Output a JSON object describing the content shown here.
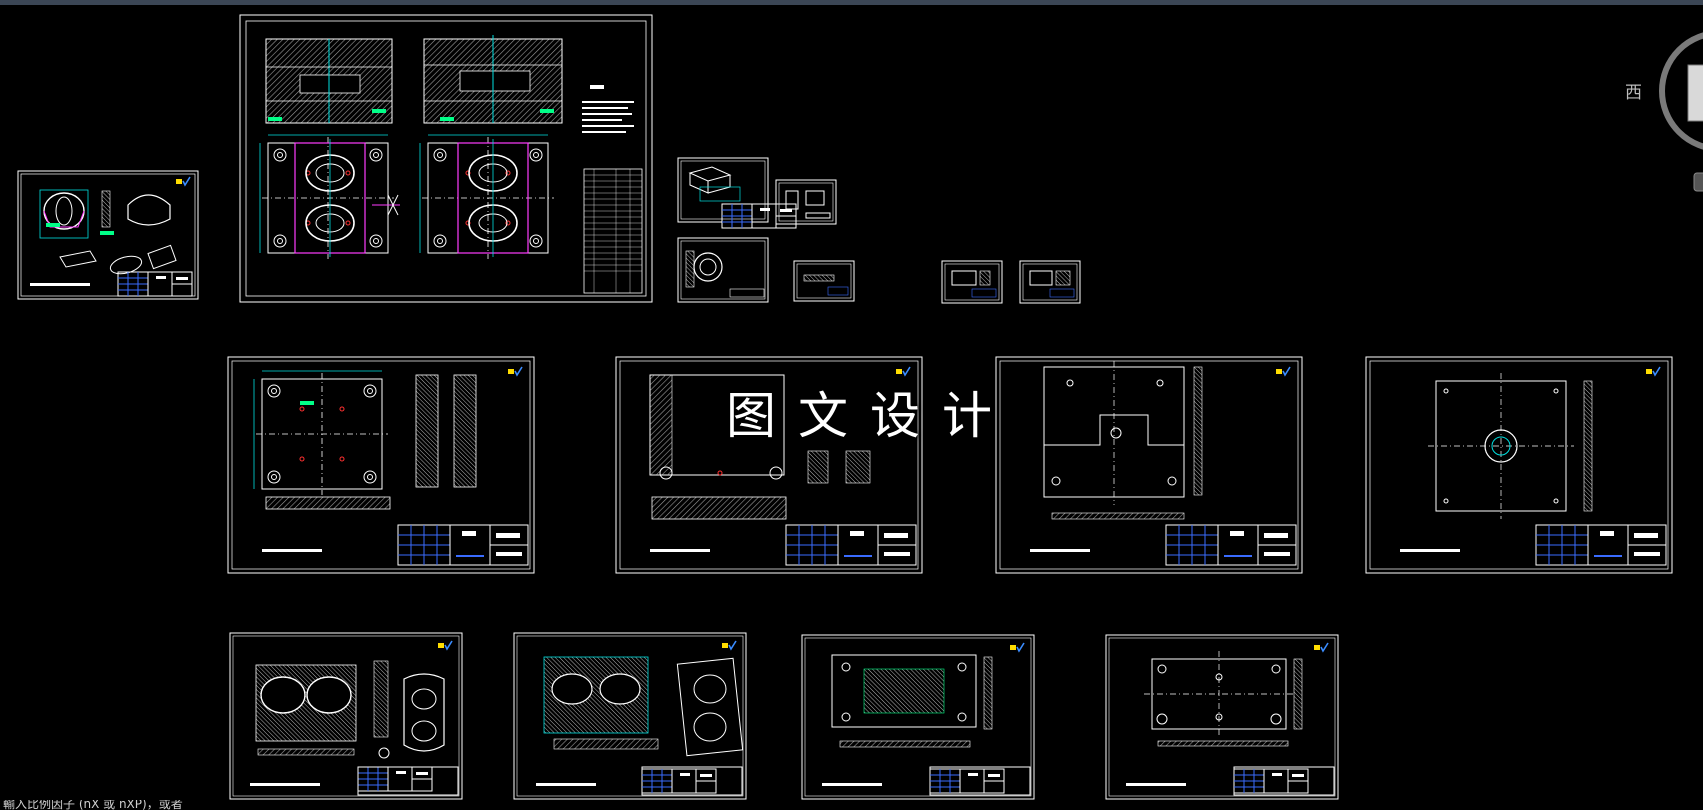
{
  "command_line": {
    "prompt": "輸入比例因子 (nX 或 nXP)，或者"
  },
  "watermark": {
    "text": "图文设计"
  },
  "viewcube": {
    "label": "西"
  },
  "colors": {
    "background": "#000000",
    "frame": "#ffffff",
    "dimension": "#00e0e0",
    "leader": "#00ff88",
    "magenta": "#ff3cff",
    "blue": "#3a6cff",
    "hatch": "#9a9a9a",
    "red": "#ff3030"
  }
}
